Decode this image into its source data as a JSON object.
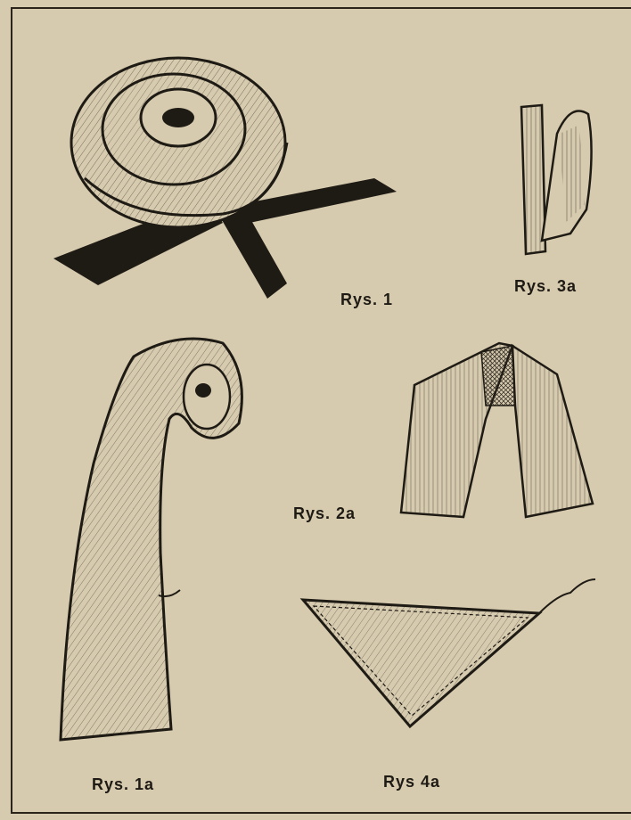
{
  "captions": {
    "fig1": "Rys. 1",
    "fig1a": "Rys. 1a",
    "fig2a": "Rys. 2a",
    "fig3a": "Rys. 3a",
    "fig4a": "Rys 4a"
  },
  "colors": {
    "paper": "#d7cbaf",
    "ink": "#1e1a14"
  }
}
